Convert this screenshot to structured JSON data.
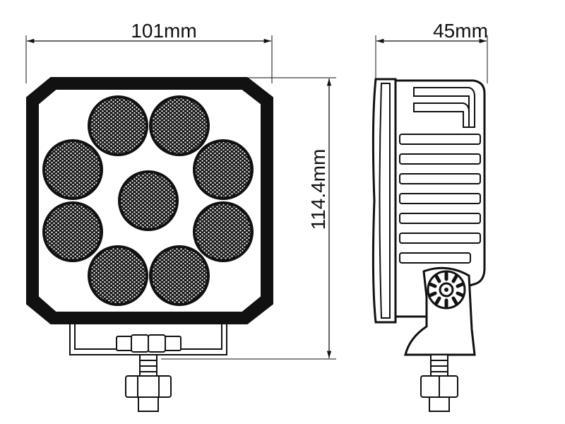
{
  "colors": {
    "line": "#111111",
    "background": "#ffffff",
    "lens_dot": "#ffffff"
  },
  "dimensions": {
    "front_width": "101mm",
    "height": "114.4mm",
    "side_depth": "45mm"
  },
  "front_view": {
    "lens_count": 9
  },
  "side_view": {
    "fin_count": 7
  }
}
